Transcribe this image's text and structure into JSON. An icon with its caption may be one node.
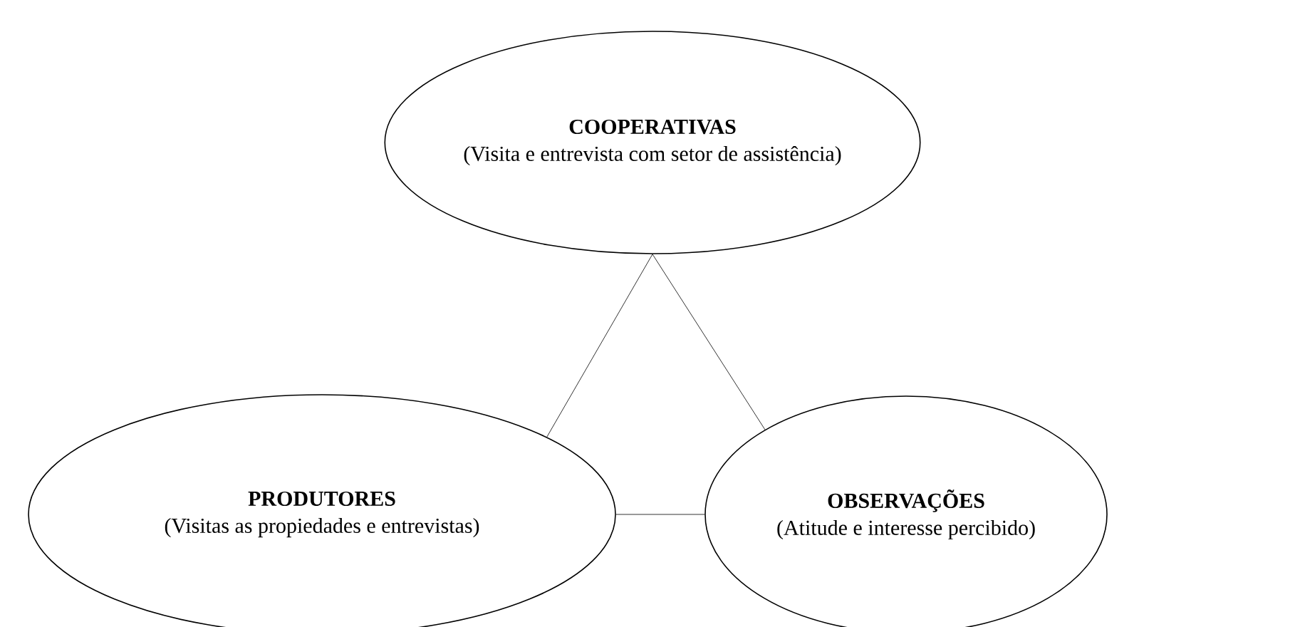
{
  "diagram": {
    "nodes": [
      {
        "text": [
          "COOPERATIVAS",
          "(Visita e entrevista com setor de assistência)"
        ]
      },
      {
        "text": [
          "PRODUTORES",
          "(Visitas as propiedades e entrevistas)"
        ]
      },
      {
        "text": [
          "OBSERVAÇÕES",
          "(Atitude e interesse percibido)"
        ]
      }
    ],
    "edges": [
      {
        "from": 0,
        "to": 1,
        "arrow": "none"
      },
      {
        "from": 0,
        "to": 2,
        "arrow": "none"
      },
      {
        "from": 1,
        "to": 2,
        "arrow": "none"
      }
    ]
  }
}
